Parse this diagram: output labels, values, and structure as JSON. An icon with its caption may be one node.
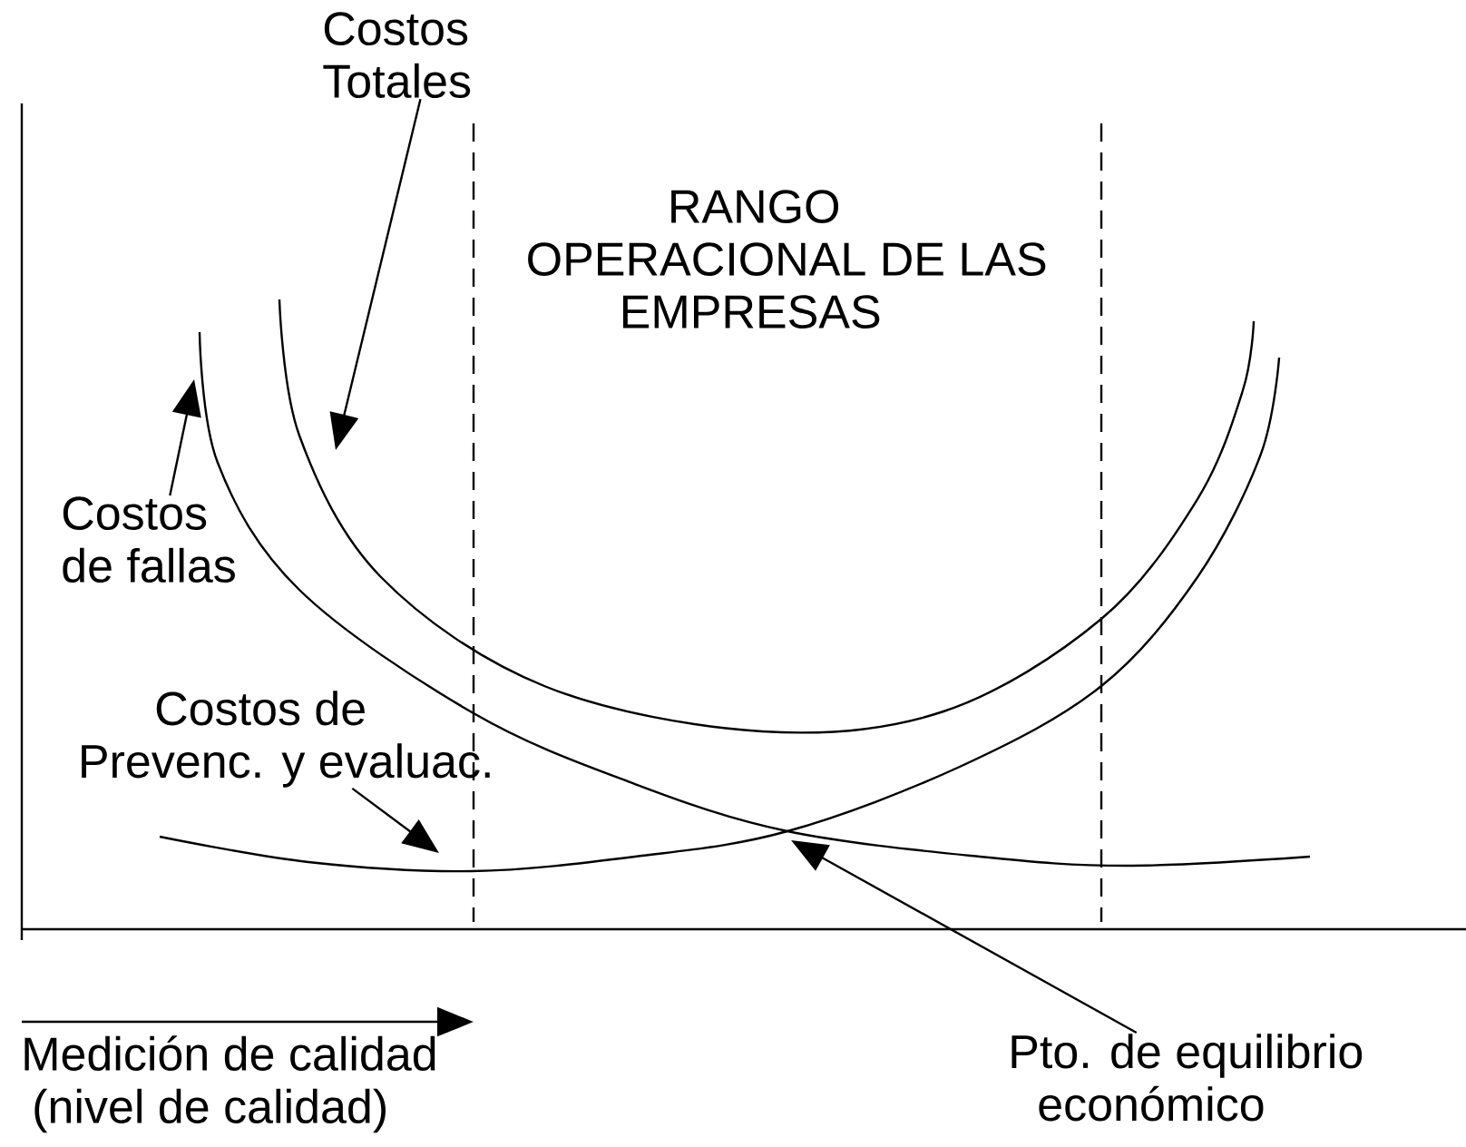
{
  "diagram": {
    "nodes": [
      {
        "text": [
          "Costos Totales"
        ]
      },
      {
        "text": [
          "Costos de fallas"
        ]
      },
      {
        "text": [
          "Costos de Prevenc. y evaluac."
        ]
      },
      {
        "text": [
          "Pto. de equilibrio económico"
        ]
      }
    ],
    "edges": [
      {
        "from": 0,
        "to": null,
        "arrow": "to"
      },
      {
        "from": 1,
        "to": null,
        "arrow": "to"
      },
      {
        "from": 2,
        "to": null,
        "arrow": "to"
      },
      {
        "from": 3,
        "to": null,
        "arrow": "to"
      }
    ],
    "labels": [
      "RANGO OPERACIONAL DE LAS EMPRESAS",
      "Medición de calidad (nivel de calidad)"
    ]
  }
}
